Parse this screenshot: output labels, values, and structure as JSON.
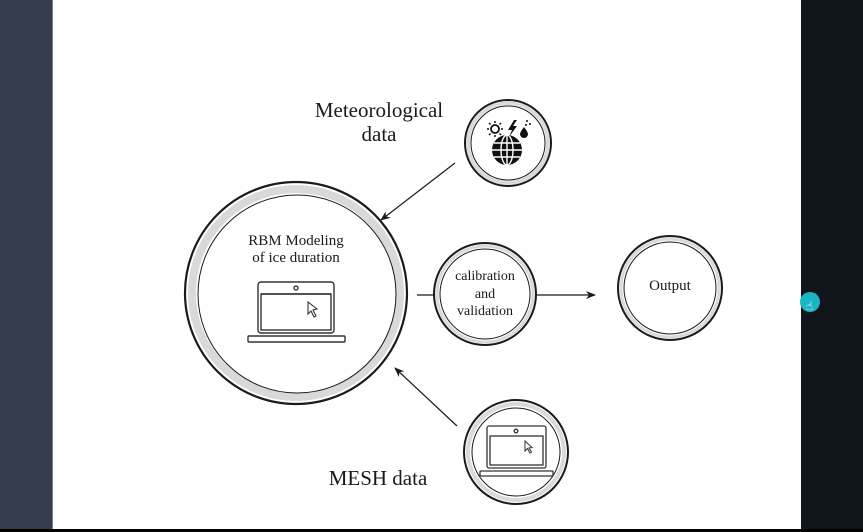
{
  "slide": {
    "nodes": {
      "meteorological": {
        "label": "Meteorological data",
        "line1": "Meteorological",
        "line2": "data",
        "icon": "weather-globe-icon"
      },
      "rbm": {
        "line1": "RBM Modeling",
        "line2": "of ice duration",
        "icon": "laptop-icon"
      },
      "calibration": {
        "line1": "calibration",
        "line2": "and",
        "line3": "validation"
      },
      "output": {
        "label": "Output"
      },
      "mesh": {
        "label": "MESH data",
        "icon": "laptop-icon"
      }
    },
    "edges": [
      {
        "from": "meteorological",
        "to": "rbm"
      },
      {
        "from": "mesh",
        "to": "rbm"
      },
      {
        "from": "rbm",
        "to": "calibration"
      },
      {
        "from": "calibration",
        "to": "output"
      }
    ]
  },
  "colors": {
    "left_panel": "#353d4f",
    "right_panel": "#10141b",
    "cursor_accent": "#1ab5c2",
    "stroke": "#1a1a1a"
  }
}
